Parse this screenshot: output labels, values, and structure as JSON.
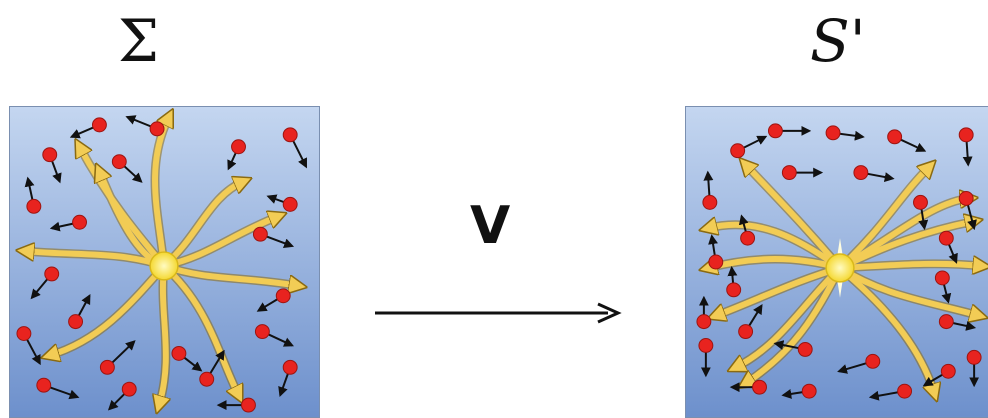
{
  "frames": {
    "left": {
      "title": "Σ"
    },
    "right": {
      "title": "S'"
    }
  },
  "transform": {
    "label": "V"
  },
  "colors": {
    "panel_gradient_top": "#bcd0ee",
    "panel_gradient_bottom": "#6f93cf",
    "particle": "#e8231f",
    "ray": "#f2cc55",
    "ray_outline": "#8a6a12",
    "source": "#fff27a",
    "arrow": "#111111"
  },
  "icons": {
    "source": "glowing-source-icon",
    "particle": "red-particle-icon"
  }
}
